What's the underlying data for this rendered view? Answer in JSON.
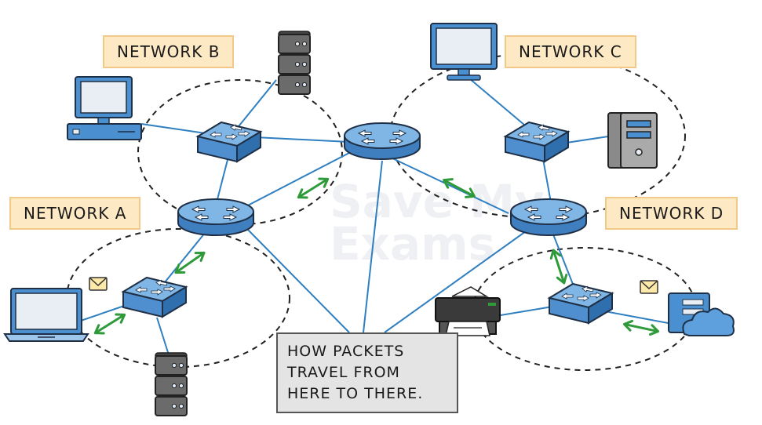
{
  "labels": {
    "network_a": "NETWORK A",
    "network_b": "NETWORK B",
    "network_c": "NETWORK C",
    "network_d": "NETWORK D"
  },
  "caption": {
    "line1": "HOW PACKETS",
    "line2": "TRAVEL FROM",
    "line3": "HERE TO THERE."
  },
  "watermark": {
    "line1": "Save My",
    "line2": "Exams"
  },
  "colors": {
    "device_blue": "#5b9bd5",
    "device_stroke": "#1f2f45",
    "link_line": "#2f7fc1",
    "arrow_green": "#2e9a3a",
    "label_bg": "#fde9c4",
    "caption_bg": "#e4e4e4"
  },
  "icons": [
    "router-icon",
    "switch-icon",
    "server-icon",
    "desktop-computer-icon",
    "monitor-icon",
    "tower-pc-icon",
    "laptop-icon",
    "printer-icon",
    "cloud-server-icon",
    "envelope-icon",
    "double-arrow-icon"
  ]
}
